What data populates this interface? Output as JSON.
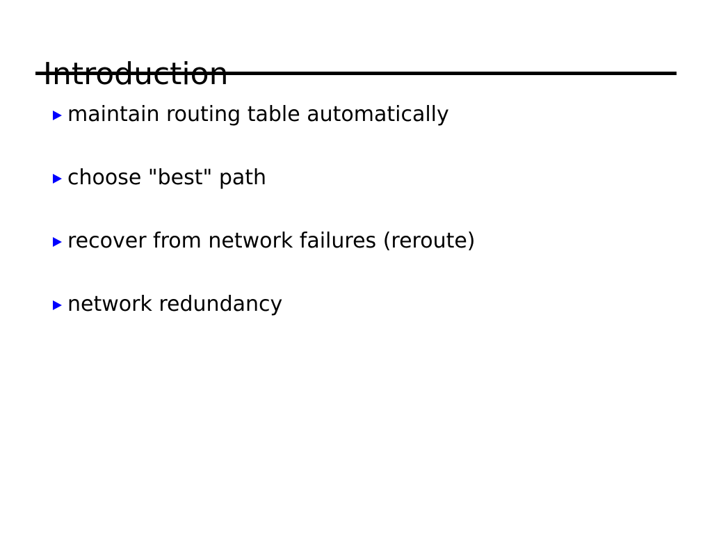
{
  "slide": {
    "title": "Introduction",
    "divider": "title-underline-rule",
    "background_color": "#ffffff",
    "text_color": "#000000",
    "bullet_color": "#0000ff",
    "bullet_icon": "triangle-right-icon",
    "bullets": [
      {
        "text": "maintain routing table automatically"
      },
      {
        "text": "choose \"best\" path"
      },
      {
        "text": "recover from network failures (reroute)"
      },
      {
        "text": "network redundancy"
      }
    ]
  }
}
